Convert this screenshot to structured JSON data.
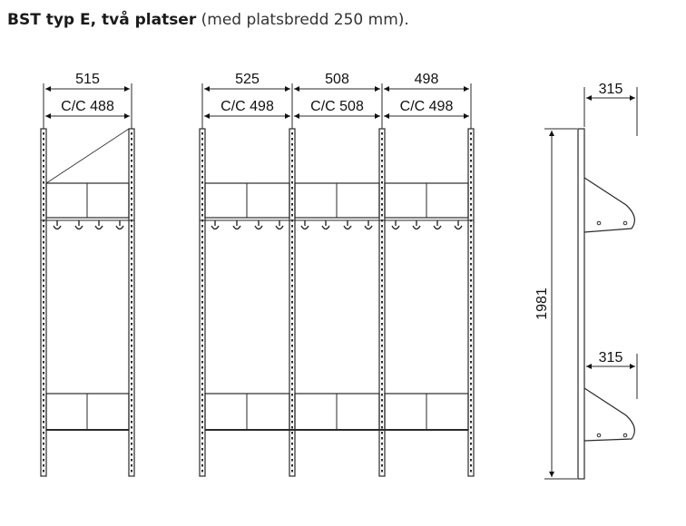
{
  "title": {
    "bold_text": "BST typ E, två platser",
    "light_text": "(med platsbredd 250 mm)."
  },
  "front_views": [
    {
      "widths": [
        "515"
      ],
      "cc": [
        "C/C 488"
      ]
    },
    {
      "widths": [
        "525",
        "508",
        "498"
      ],
      "cc": [
        "C/C 498",
        "C/C 508",
        "C/C 498"
      ]
    }
  ],
  "side_view": {
    "height": "1981",
    "top_depth": "315",
    "bottom_depth": "315"
  },
  "colors": {
    "line": "#2a2a2a",
    "background": "#ffffff"
  }
}
